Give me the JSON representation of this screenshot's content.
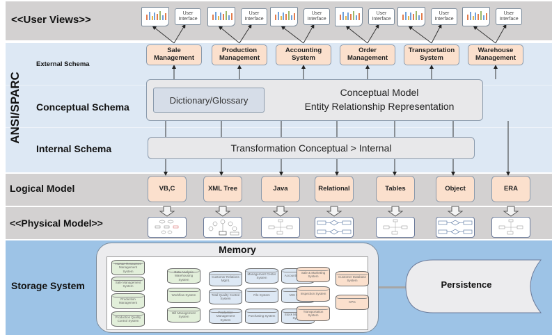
{
  "layers": {
    "user_views": "<<User Views>>",
    "ansi_sparc": "ANSI/SPARC",
    "external_schema": "External Schema",
    "conceptual_schema": "Conceptual Schema",
    "internal_schema": "Internal Schema",
    "logical_model": "Logical Model",
    "physical_model": "<<Physical Model>>",
    "storage_system": "Storage System"
  },
  "user_views": [
    {
      "ui_label": "User Interface"
    },
    {
      "ui_label": "User Interface"
    },
    {
      "ui_label": "User Interface"
    },
    {
      "ui_label": "User Interface"
    },
    {
      "ui_label": "User Interface"
    },
    {
      "ui_label": "User Interface"
    }
  ],
  "external_schemas": [
    {
      "label": "Sale Management"
    },
    {
      "label": "Production Management"
    },
    {
      "label": "Accounting System"
    },
    {
      "label": "Order Management"
    },
    {
      "label": "Transportation System"
    },
    {
      "label": "Warehouse Management"
    }
  ],
  "conceptual": {
    "dictionary": "Dictionary/Glossary",
    "title": "Conceptual Model",
    "subtitle": "Entity Relationship Representation"
  },
  "internal": {
    "transform": "Transformation Conceptual > Internal"
  },
  "logical_models": [
    {
      "label": "VB,C"
    },
    {
      "label": "XML Tree"
    },
    {
      "label": "Java"
    },
    {
      "label": "Relational"
    },
    {
      "label": "Tables"
    },
    {
      "label": "Object"
    },
    {
      "label": "ERA"
    }
  ],
  "physical_models": [
    {
      "kind": "graph-diagram"
    },
    {
      "kind": "tree-diagram"
    },
    {
      "kind": "hierarchy-diagram"
    },
    {
      "kind": "er-diagram"
    },
    {
      "kind": "hierarchy-diagram"
    },
    {
      "kind": "er-diagram"
    },
    {
      "kind": "hierarchy-diagram"
    }
  ],
  "storage": {
    "memory_title": "Memory",
    "persistence": "Persistence",
    "databases": [
      {
        "label": "Human Resources Management System",
        "color": "green"
      },
      {
        "label": "Sale Management System",
        "color": "green"
      },
      {
        "label": "Production Management",
        "color": "green"
      },
      {
        "label": "Production Quality Control System",
        "color": "green"
      },
      {
        "label": "Data Analysis Warehousing System",
        "color": "green"
      },
      {
        "label": "Workflow System",
        "color": "green"
      },
      {
        "label": "Bill Management System",
        "color": "green"
      },
      {
        "label": "Customer Relations Mgmt.",
        "color": "blue"
      },
      {
        "label": "Total Quality Control System",
        "color": "blue"
      },
      {
        "label": "Production Management System",
        "color": "blue"
      },
      {
        "label": "Management Center System",
        "color": "blue"
      },
      {
        "label": "File System",
        "color": "blue"
      },
      {
        "label": "Purchasing System",
        "color": "blue"
      },
      {
        "label": "Accounting System",
        "color": "blue"
      },
      {
        "label": "MIS System",
        "color": "blue"
      },
      {
        "label": "Stock Management System",
        "color": "blue"
      },
      {
        "label": "Sale & Marketing System",
        "color": "orange"
      },
      {
        "label": "Inspection System",
        "color": "orange"
      },
      {
        "label": "Transportation System",
        "color": "orange"
      },
      {
        "label": "Customer Database System",
        "color": "orange"
      },
      {
        "label": "KPIs",
        "color": "orange"
      }
    ]
  },
  "colors": {
    "band_gray": "#d3d1d1",
    "band_light_blue": "#dde8f4",
    "band_storage_blue": "#9dc3e6",
    "box_peach": "#fbe0cd",
    "box_gray": "#e8e8ea"
  }
}
